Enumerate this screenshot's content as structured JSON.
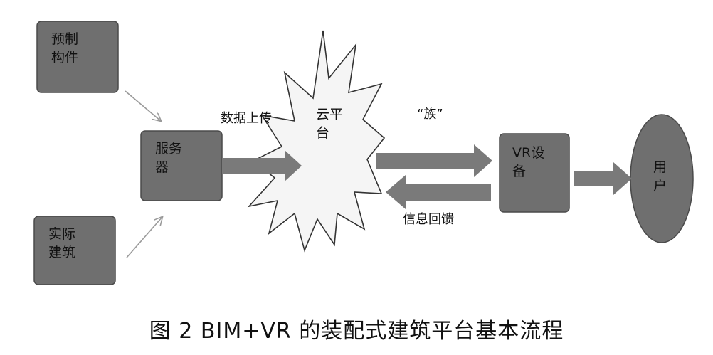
{
  "nodes": {
    "prefab": "预制\n构件",
    "actual_building": "实际\n建筑",
    "server": "服务\n器",
    "cloud": "云平\n台",
    "vr_device": "VR设\n备",
    "user": "用\n户"
  },
  "edges": {
    "upload": "数据上传",
    "family": "“族”",
    "feedback": "信息回馈"
  },
  "caption": "图 2  BIM+VR 的装配式建筑平台基本流程",
  "colors": {
    "box_fill": "#6f6f6f",
    "box_stroke": "#4a4a4a",
    "arrow_fill": "#7a7a7a",
    "cloud_fill": "#f4f4f4",
    "cloud_stroke": "#333333",
    "thin_arrow": "#999999"
  }
}
